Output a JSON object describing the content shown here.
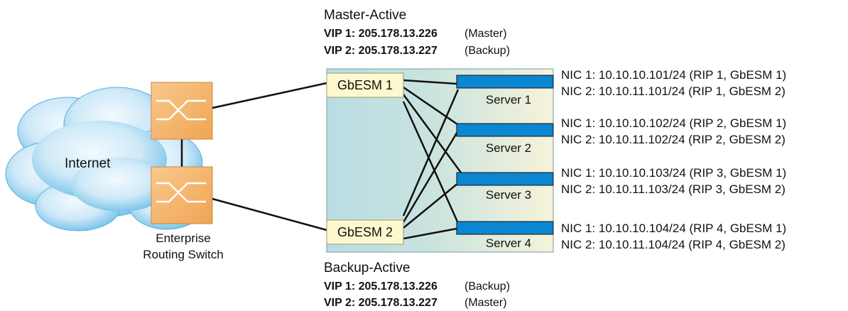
{
  "internet": {
    "label": "Internet"
  },
  "switch": {
    "label_line1": "Enterprise",
    "label_line2": "Routing Switch"
  },
  "chassis": {
    "gbesm1": "GbESM 1",
    "gbesm2": "GbESM 2",
    "servers": [
      "Server 1",
      "Server 2",
      "Server 3",
      "Server 4"
    ]
  },
  "master": {
    "title": "Master-Active",
    "vip1_label": "VIP 1: 205.178.13.226",
    "vip1_role": "(Master)",
    "vip2_label": "VIP 2: 205.178.13.227",
    "vip2_role": "(Backup)"
  },
  "backup": {
    "title": "Backup-Active",
    "vip1_label": "VIP 1: 205.178.13.226",
    "vip1_role": "(Backup)",
    "vip2_label": "VIP 2: 205.178.13.227",
    "vip2_role": "(Master)"
  },
  "nics": [
    {
      "nic1": "NIC 1: 10.10.10.101/24 (RIP 1, GbESM 1)",
      "nic2": "NIC 2: 10.10.11.101/24 (RIP 1, GbESM 2)"
    },
    {
      "nic1": "NIC 1: 10.10.10.102/24 (RIP 2, GbESM 1)",
      "nic2": "NIC 2: 10.10.11.102/24 (RIP 2, GbESM 2)"
    },
    {
      "nic1": "NIC 1: 10.10.10.103/24 (RIP 3, GbESM 1)",
      "nic2": "NIC 2: 10.10.11.103/24 (RIP 3, GbESM 2)"
    },
    {
      "nic1": "NIC 1: 10.10.10.104/24 (RIP 4, GbESM 1)",
      "nic2": "NIC 2: 10.10.11.104/24 (RIP 4, GbESM 2)"
    }
  ],
  "colors": {
    "cloud_light": "#d7eefb",
    "cloud_dark": "#5db7e6",
    "switch_fill": "#f6b56a",
    "chassis_left": "#b9dde3",
    "chassis_right": "#f4f1d6",
    "module_fill": "#fdf8cf",
    "server_bar": "#0b86d0"
  }
}
